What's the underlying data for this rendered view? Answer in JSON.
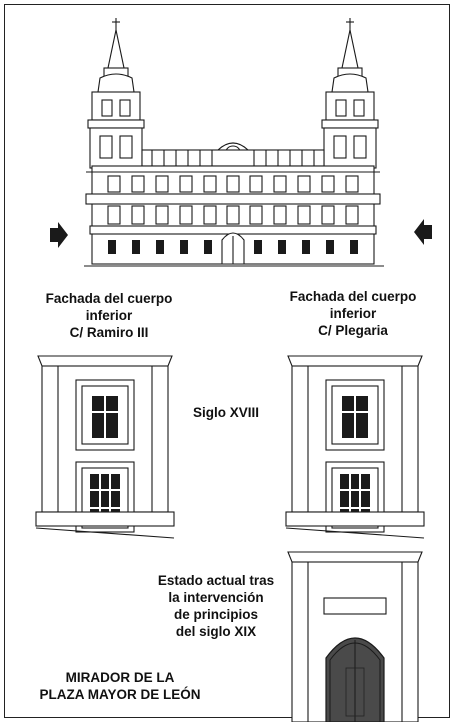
{
  "left_caption": [
    "Fachada del cuerpo",
    "inferior",
    "C/ Ramiro III"
  ],
  "right_caption": [
    "Fachada del cuerpo",
    "inferior",
    "C/ Plegaria"
  ],
  "century_label": "Siglo XVIII",
  "current_state_caption": [
    "Estado actual tras",
    "la intervención",
    "de principios",
    "del siglo XIX"
  ],
  "title_lines": [
    "MIRADOR DE LA",
    "PLAZA MAYOR DE LEÓN"
  ],
  "colors": {
    "ink": "#1a1a1a",
    "door": "#4a4a4a",
    "background": "#ffffff"
  }
}
